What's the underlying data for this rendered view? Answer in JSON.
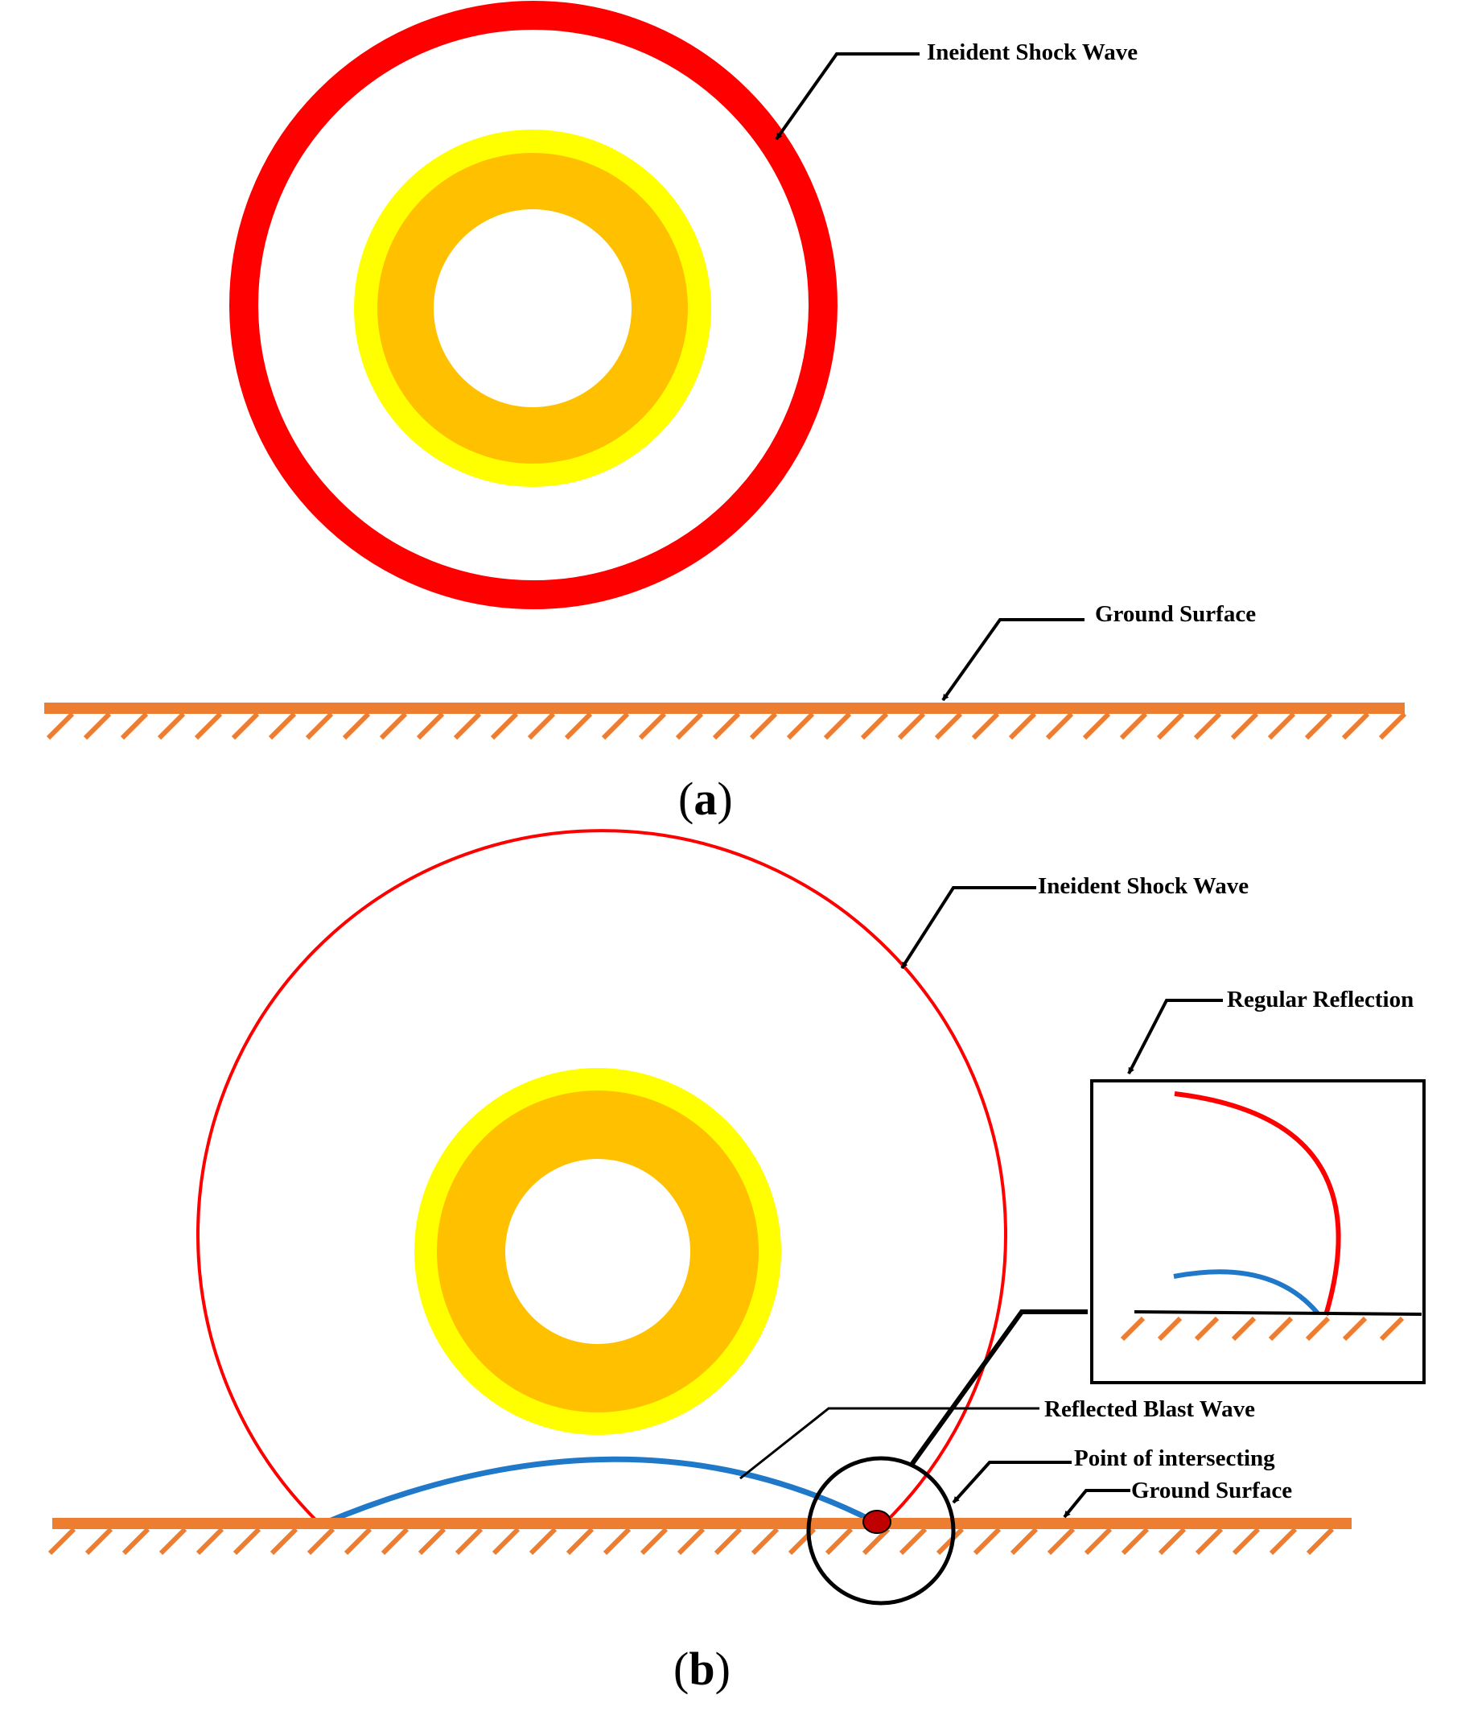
{
  "colors": {
    "incident_wave": "#ff0000",
    "fireball_outer": "#ffff00",
    "fireball_inner": "#ffc000",
    "ground": "#ed7d31",
    "reflected_wave": "#1f78c8",
    "intersection_point": "#c00000",
    "leader": "#000000"
  },
  "panel_a": {
    "label_open": "(",
    "label_letter": "a",
    "label_close": ")",
    "incident_label": "Ineident Shock Wave",
    "ground_label": "Ground Surface"
  },
  "panel_b": {
    "label_open": "(",
    "label_letter": "b",
    "label_close": ")",
    "incident_label": "Ineident Shock Wave",
    "regular_reflection_label": "Regular Reflection",
    "reflected_label": "Reflected Blast Wave",
    "intersection_label": "Point of intersecting",
    "ground_label": "Ground Surface"
  }
}
